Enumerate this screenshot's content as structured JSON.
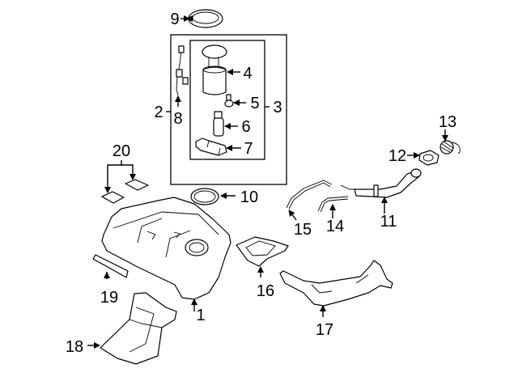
{
  "diagram": {
    "title": "Fuel System Components",
    "callouts": [
      {
        "id": "c1",
        "label": "1"
      },
      {
        "id": "c2",
        "label": "2"
      },
      {
        "id": "c3",
        "label": "3"
      },
      {
        "id": "c4",
        "label": "4"
      },
      {
        "id": "c5",
        "label": "5"
      },
      {
        "id": "c6",
        "label": "6"
      },
      {
        "id": "c7",
        "label": "7"
      },
      {
        "id": "c8",
        "label": "8"
      },
      {
        "id": "c9",
        "label": "9"
      },
      {
        "id": "c10",
        "label": "10"
      },
      {
        "id": "c11",
        "label": "11"
      },
      {
        "id": "c12",
        "label": "12"
      },
      {
        "id": "c13",
        "label": "13"
      },
      {
        "id": "c14",
        "label": "14"
      },
      {
        "id": "c15",
        "label": "15"
      },
      {
        "id": "c16",
        "label": "16"
      },
      {
        "id": "c17",
        "label": "17"
      },
      {
        "id": "c18",
        "label": "18"
      },
      {
        "id": "c19",
        "label": "19"
      },
      {
        "id": "c20",
        "label": "20"
      }
    ]
  }
}
